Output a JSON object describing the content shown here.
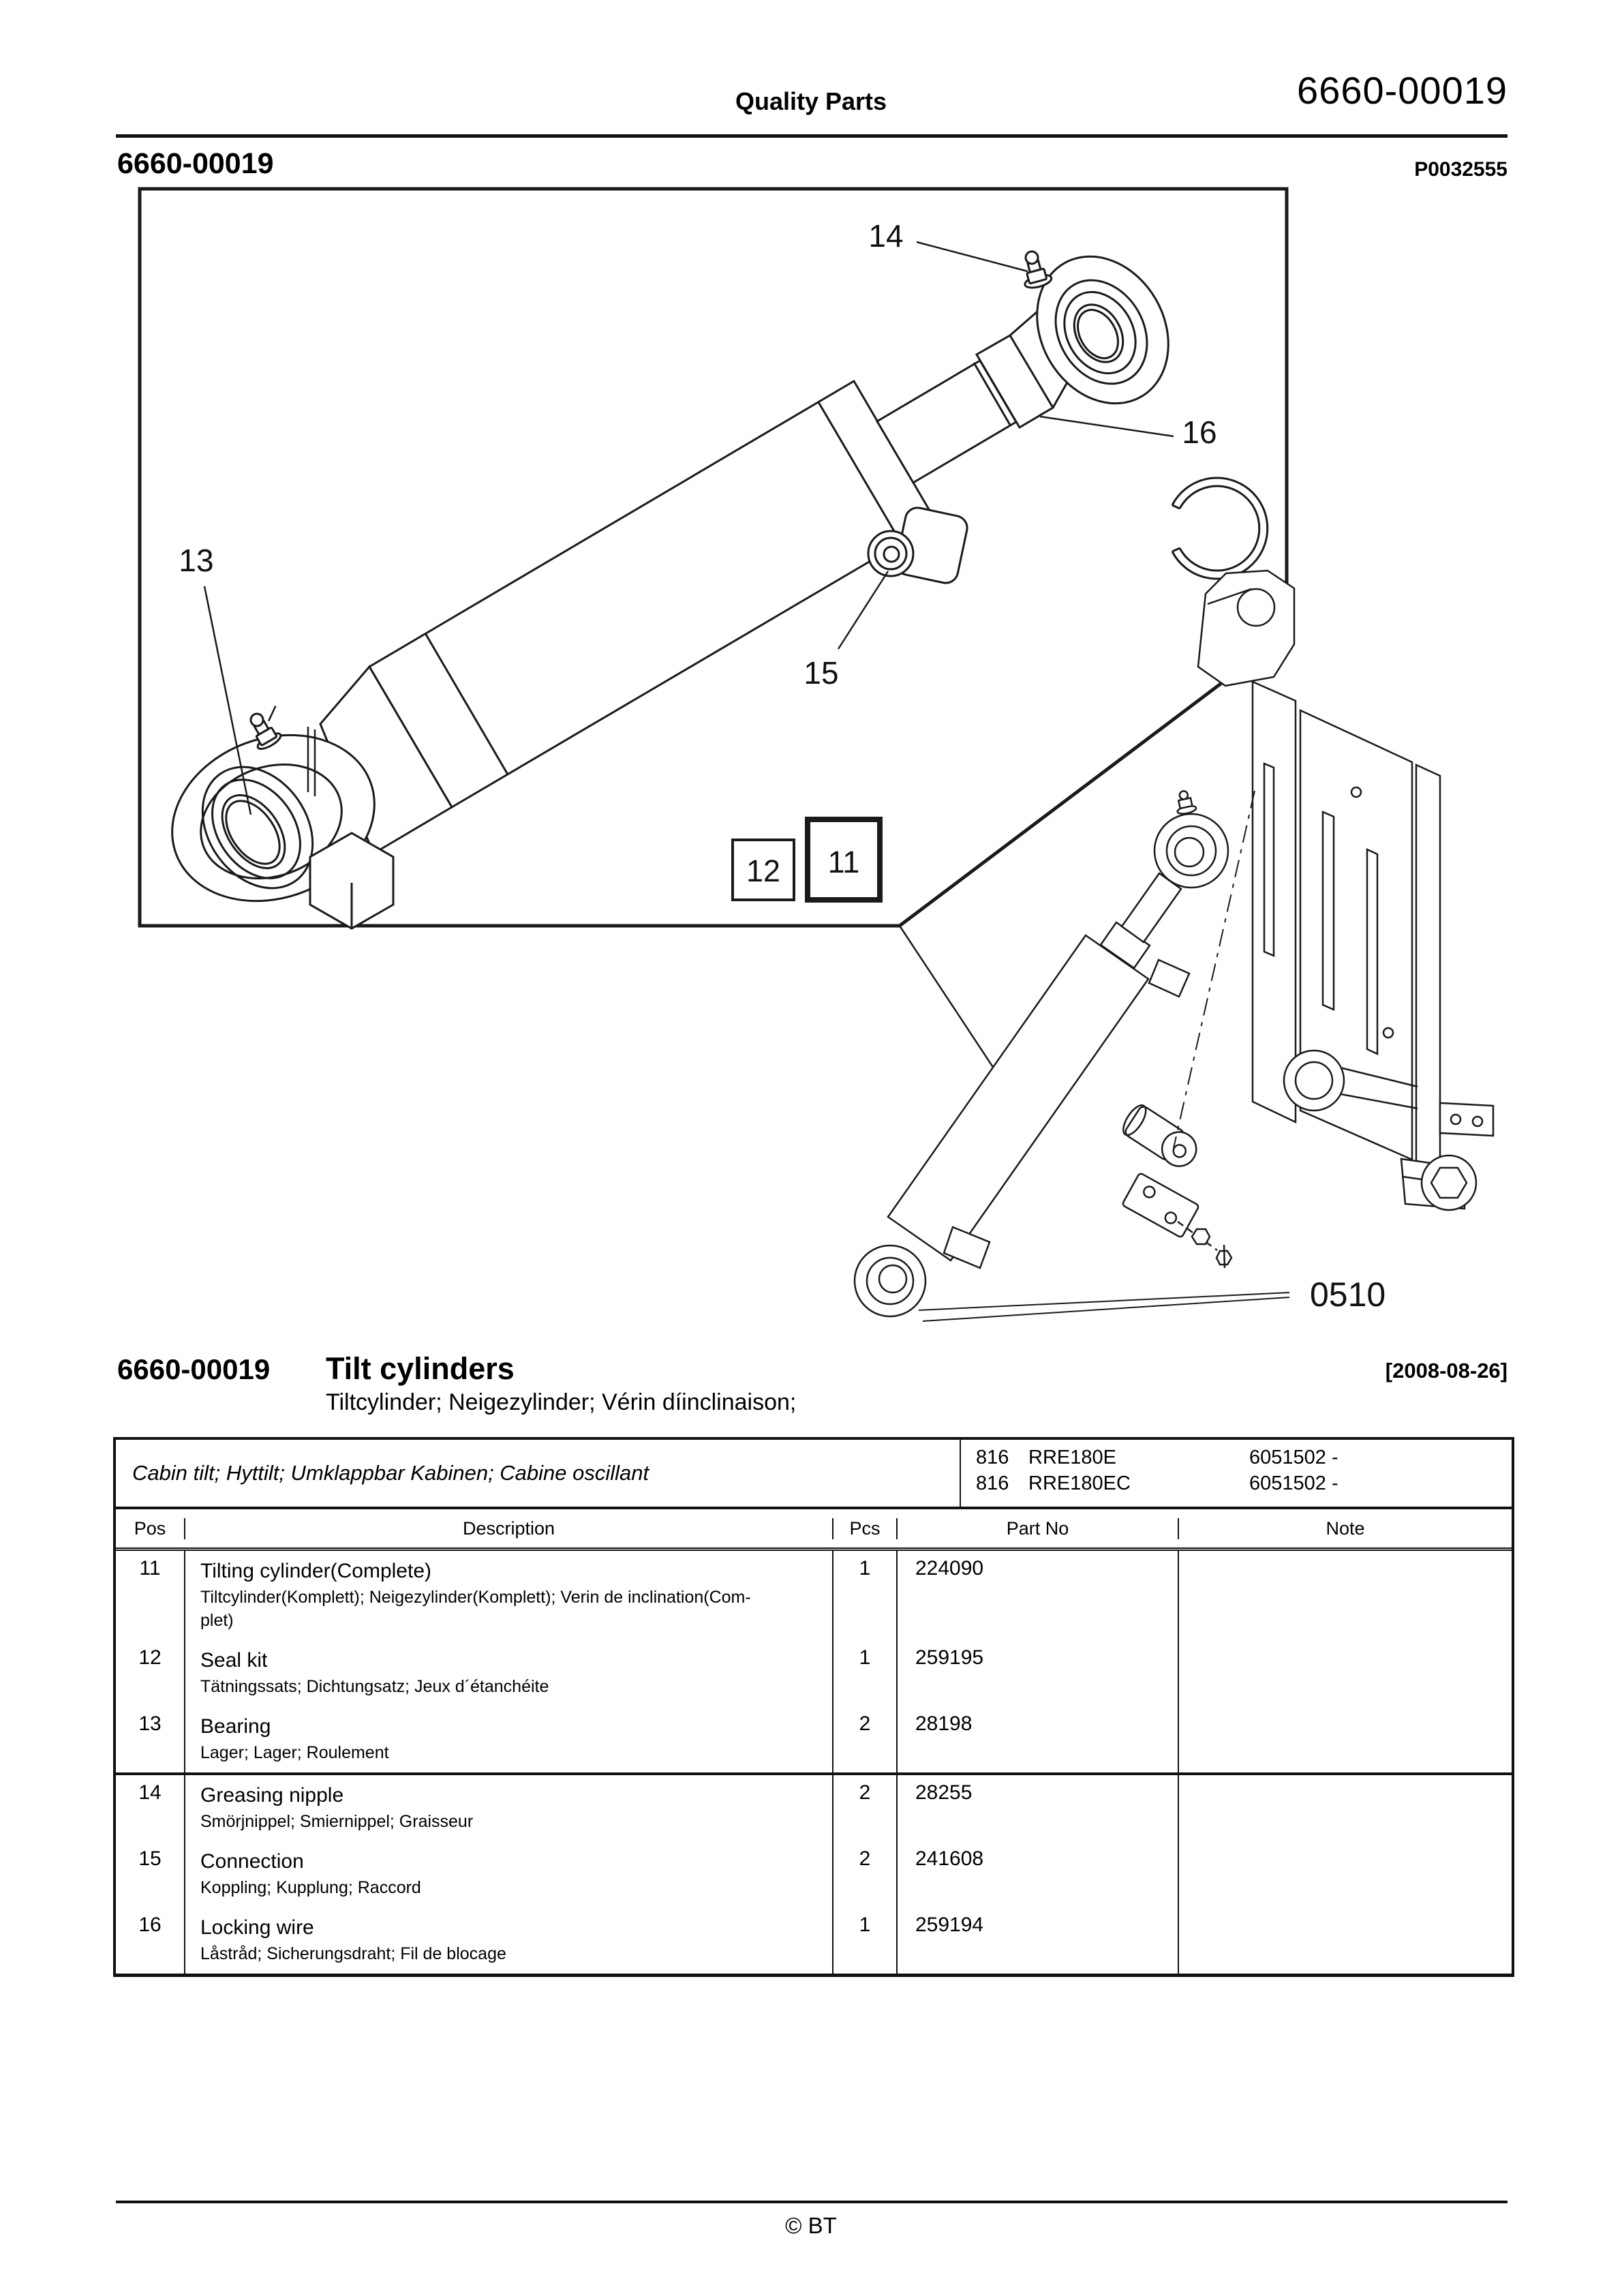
{
  "header": {
    "center": "Quality Parts",
    "doc_number": "6660-00019",
    "section_code": "6660-00019",
    "plate_code": "P0032555"
  },
  "diagram": {
    "callouts": {
      "c13": "13",
      "c14": "14",
      "c15": "15",
      "c16": "16"
    },
    "boxed": {
      "b11": "11",
      "b12": "12"
    },
    "ref_label": "0510"
  },
  "title_block": {
    "code": "6660-00019",
    "title": "Tilt cylinders",
    "date": "[2008-08-26]",
    "subtitle": "Tiltcylinder; Neigezylinder; Vérin díinclinaison;"
  },
  "table": {
    "band": {
      "left": "Cabin tilt; Hyttilt; Umklappbar Kabinen; Cabine oscillant",
      "models": [
        {
          "code": "816",
          "name": "RRE180E",
          "serial": "6051502 -"
        },
        {
          "code": "816",
          "name": "RRE180EC",
          "serial": "6051502 -"
        }
      ]
    },
    "columns": {
      "pos": "Pos",
      "description": "Description",
      "pcs": "Pcs",
      "part_no": "Part No",
      "note": "Note"
    },
    "separator_after_pos": "13",
    "rows": [
      {
        "pos": "11",
        "description": "Tilting cylinder(Complete)",
        "description_alt": "Tiltcylinder(Komplett); Neigezylinder(Komplett); Verin de inclination(Com-\nplet)",
        "pcs": "1",
        "part_no": "224090",
        "note": ""
      },
      {
        "pos": "12",
        "description": "Seal kit",
        "description_alt": "Tätningssats; Dichtungsatz; Jeux d´étanchéite",
        "pcs": "1",
        "part_no": "259195",
        "note": ""
      },
      {
        "pos": "13",
        "description": "Bearing",
        "description_alt": "Lager; Lager; Roulement",
        "pcs": "2",
        "part_no": "28198",
        "note": ""
      },
      {
        "pos": "14",
        "description": "Greasing nipple",
        "description_alt": "Smörjnippel; Smiernippel; Graisseur",
        "pcs": "2",
        "part_no": "28255",
        "note": ""
      },
      {
        "pos": "15",
        "description": "Connection",
        "description_alt": "Koppling; Kupplung; Raccord",
        "pcs": "2",
        "part_no": "241608",
        "note": ""
      },
      {
        "pos": "16",
        "description": "Locking wire",
        "description_alt": "Låstråd; Sicherungsdraht; Fil de blocage",
        "pcs": "1",
        "part_no": "259194",
        "note": ""
      }
    ]
  },
  "footer": {
    "copyright": "© BT"
  }
}
